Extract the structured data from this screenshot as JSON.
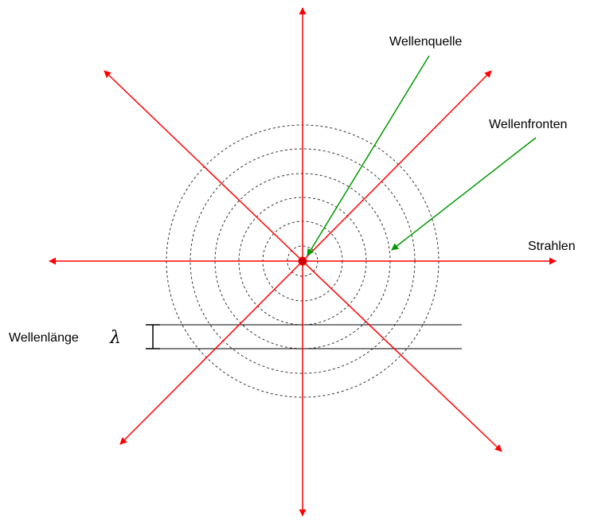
{
  "labels": {
    "source": "Wellenquelle",
    "fronts": "Wellenfronten",
    "rays": "Strahlen",
    "wavelength": "Wellenlänge",
    "wavelength_symbol": "λ"
  },
  "colors": {
    "rays": "#ff0000",
    "pointers": "#009900",
    "wavefronts": "#333333",
    "source_dot": "#cc0000",
    "text": "#000000"
  },
  "diagram": {
    "wavefront_count": 6,
    "ray_count": 8,
    "wavefront_style": "dashed"
  }
}
